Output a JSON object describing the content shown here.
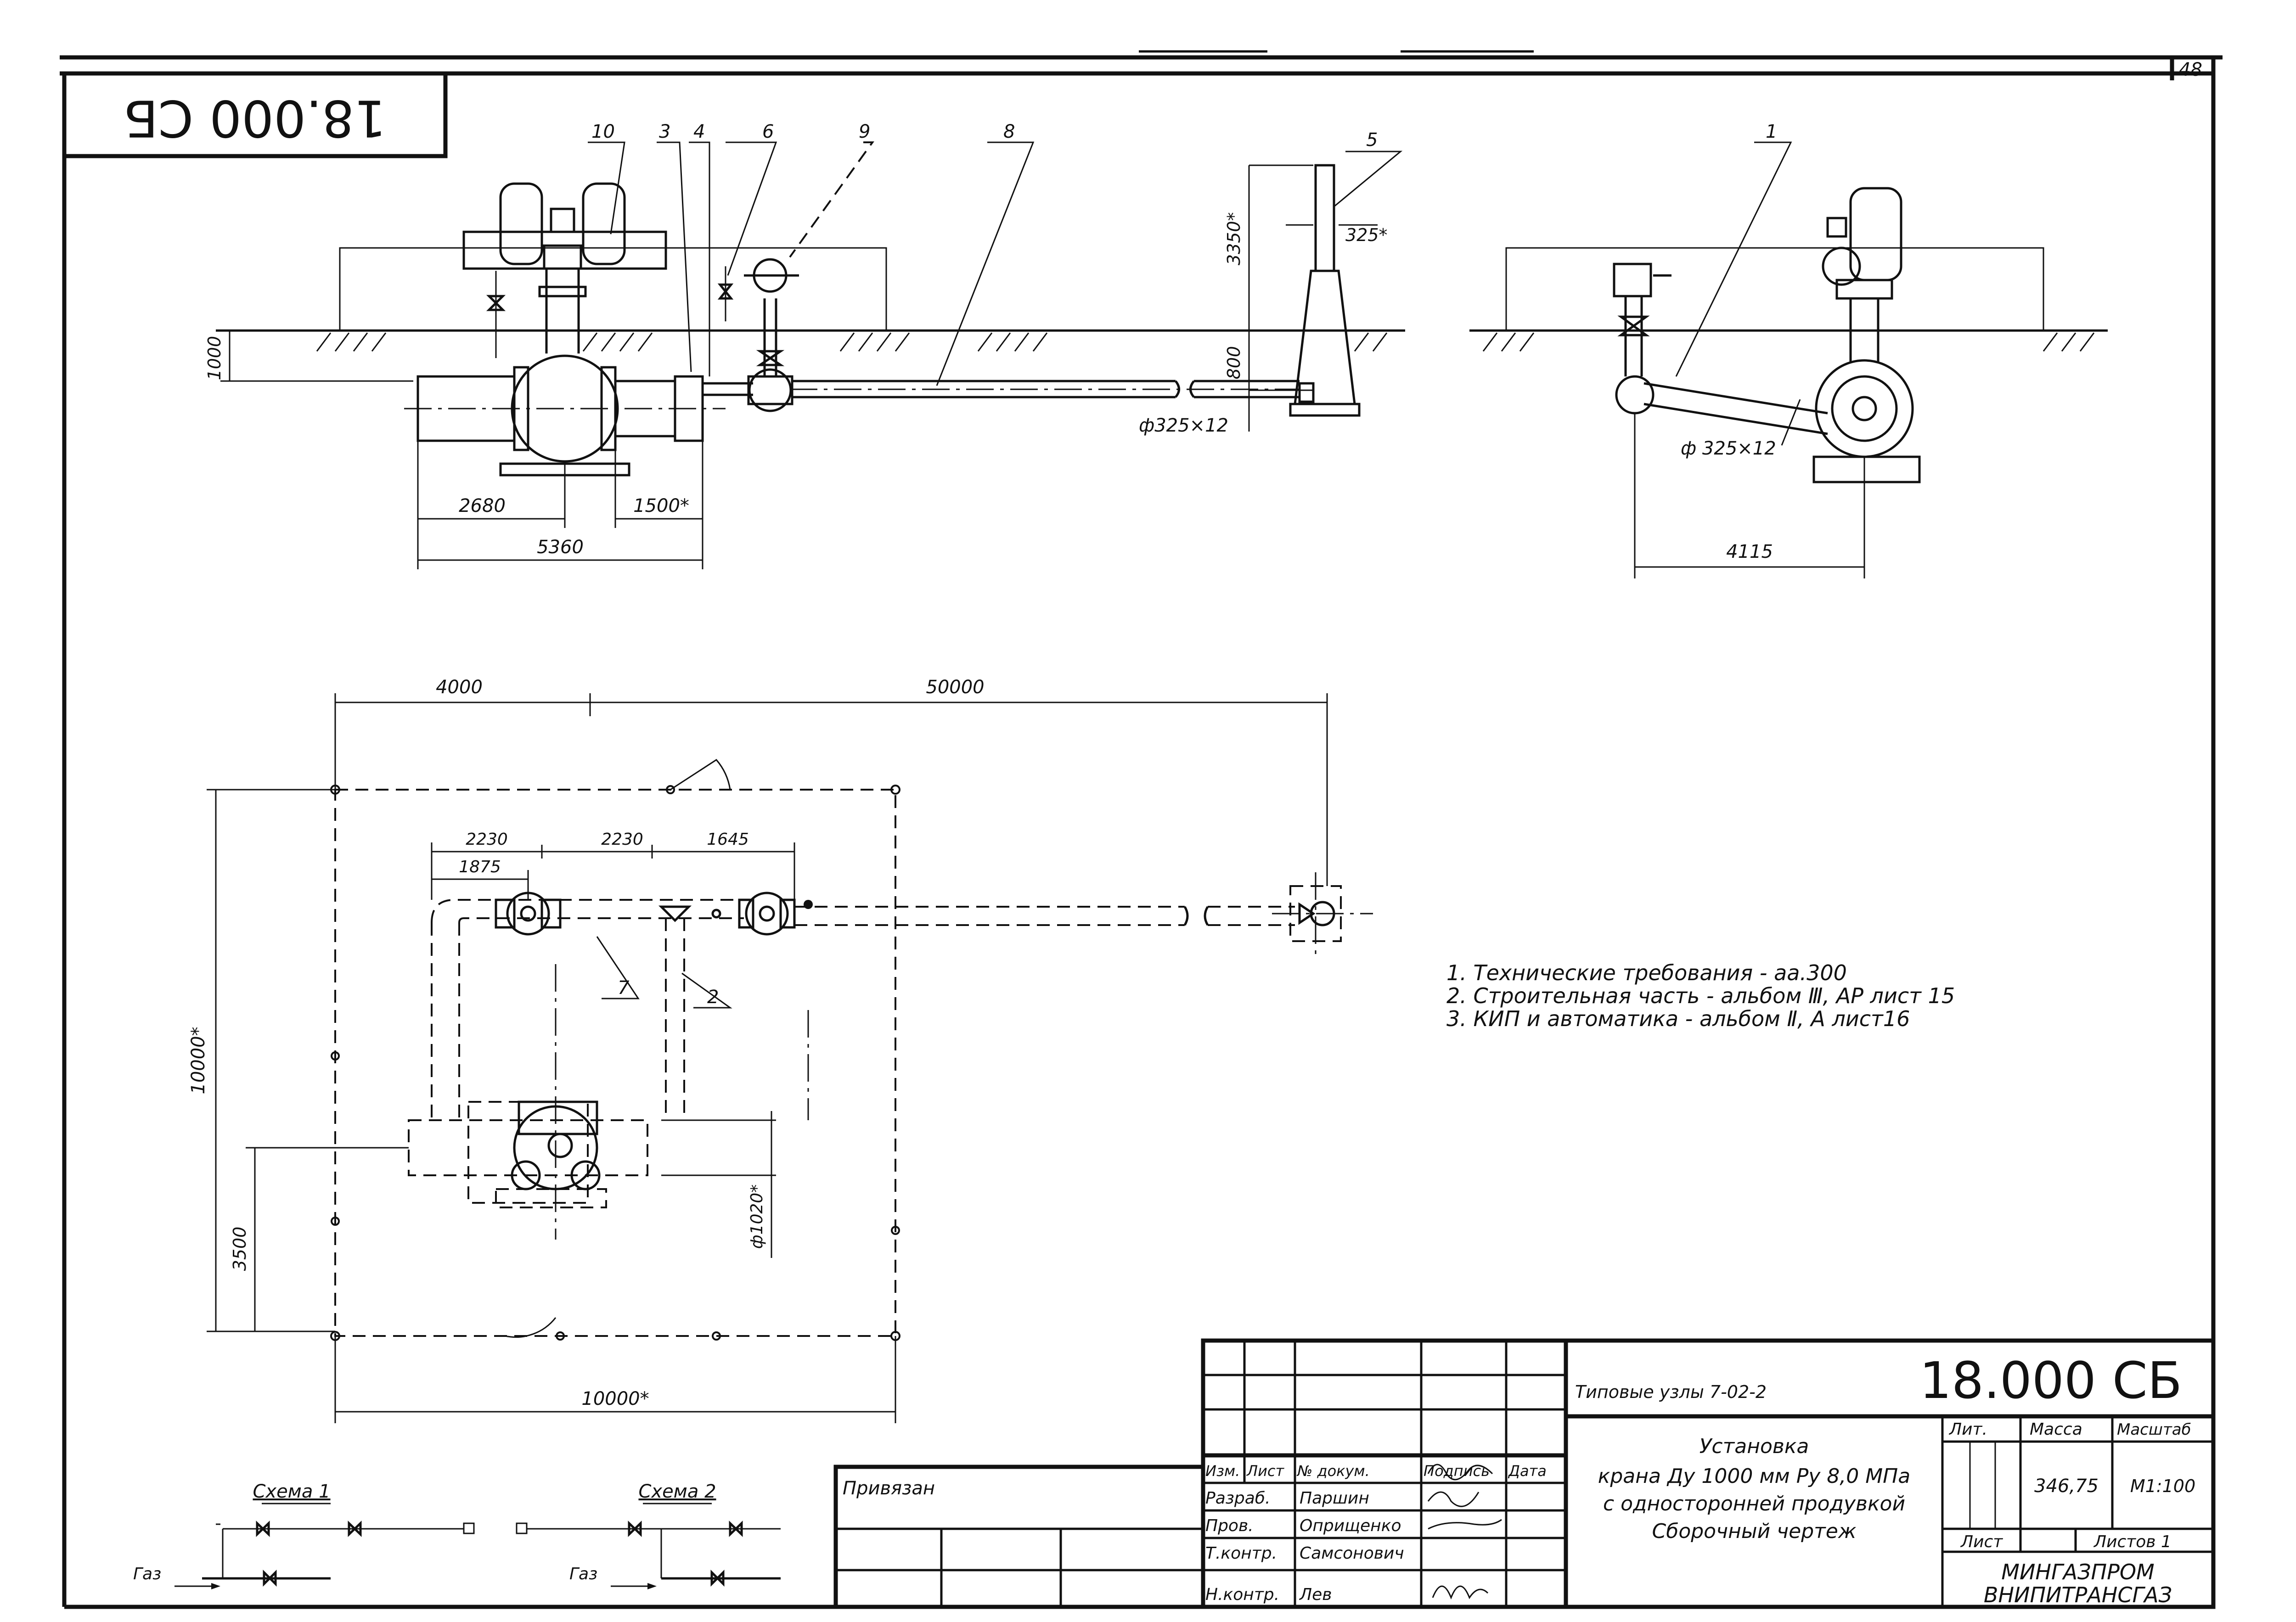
{
  "sheet": {
    "page_number": "48",
    "stamp_code_rotated": "18.000 СБ",
    "title_code": "18.000 СБ"
  },
  "callouts": [
    "10",
    "3",
    "4",
    "6",
    "9",
    "8",
    "5",
    "1",
    "7",
    "2"
  ],
  "dimensions": {
    "elev_depth": "1000",
    "elev_width_a": "2680",
    "elev_width_b": "1500*",
    "elev_width_total": "5360",
    "pipe_dia_a": "ф325×12",
    "stack_height": "3350*",
    "stack_dia": "325*",
    "stack_depth": "800",
    "side_pipe_dia": "ф 325×12",
    "side_width": "4115",
    "plan_top_a": "4000",
    "plan_top_b": "50000",
    "plan_c1": "2230",
    "plan_c2": "2230",
    "plan_c3": "1645",
    "plan_c4": "1875",
    "plan_height": "10000*",
    "plan_height_b": "3500",
    "plan_dia": "ф1020*",
    "plan_bottom": "10000*"
  },
  "notes": [
    "1. Технические требования - аа.300",
    "2. Строительная часть - альбом Ⅲ, АР лист 15",
    "3. КИП и автоматика - альбом Ⅱ, А лист16"
  ],
  "schemes": {
    "scheme1_label": "Схема 1",
    "scheme2_label": "Схема 2",
    "gas1": "Газ",
    "gas2": "Газ"
  },
  "title_block": {
    "bound_label": "Привязан",
    "series": "Типовые узлы 7-02-2",
    "col_izm": "Изм.",
    "col_list": "Лист",
    "col_doc": "№ докум.",
    "col_sign": "Подпись",
    "col_date": "Дата",
    "role_dev": "Разраб.",
    "role_check": "Пров.",
    "role_tech": "Т.контр.",
    "role_norm": "Н.контр.",
    "name_dev": "Паршин",
    "name_check": "Оприщенко",
    "name_tech": "Самсонович",
    "name_norm": "Лев",
    "title_line1": "Установка",
    "title_line2": "крана Ду 1000 мм Ру 8,0 МПа",
    "title_line3": "с односторонней продувкой",
    "title_line4": "Сборочный чертеж",
    "lit_label": "Лит.",
    "mass_label": "Масса",
    "scale_label": "Масштаб",
    "mass_value": "346,75",
    "scale_value": "М1:100",
    "sheet_label": "Лист",
    "sheets_label": "Листов 1",
    "org1": "МИНГАЗПРОМ",
    "org2": "ВНИПИТРАНСГАЗ"
  }
}
